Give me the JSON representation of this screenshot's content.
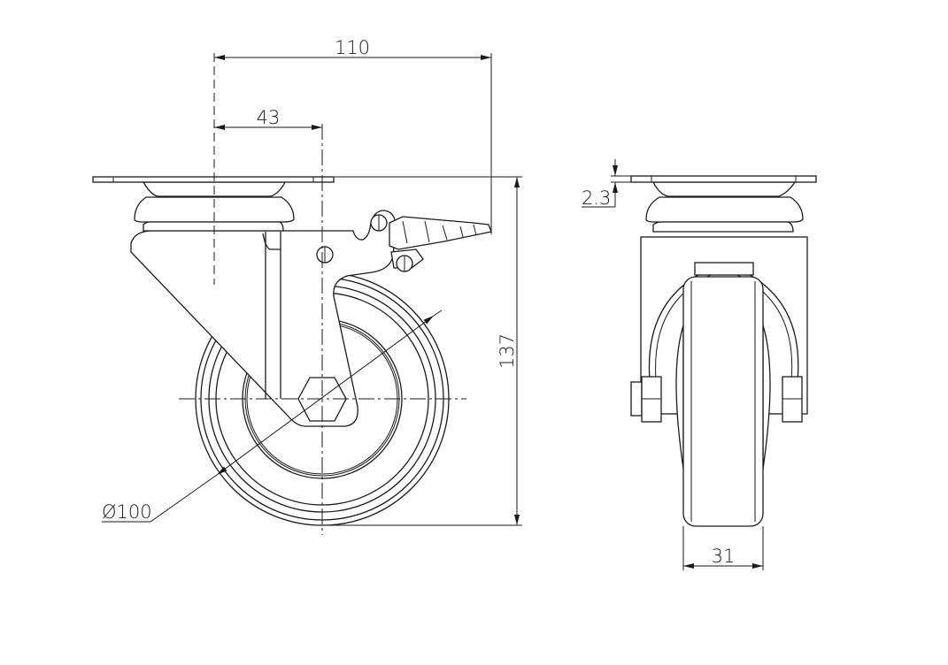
{
  "drawing": {
    "title": "Swivel caster with brake - technical drawing",
    "dimensions": {
      "overall_offset": "110",
      "kingpin_offset": "43",
      "height": "137",
      "wheel_diameter": "Ø100",
      "plate_thickness": "2.3",
      "wheel_width": "31"
    },
    "line_color": "#1a1a1a"
  }
}
